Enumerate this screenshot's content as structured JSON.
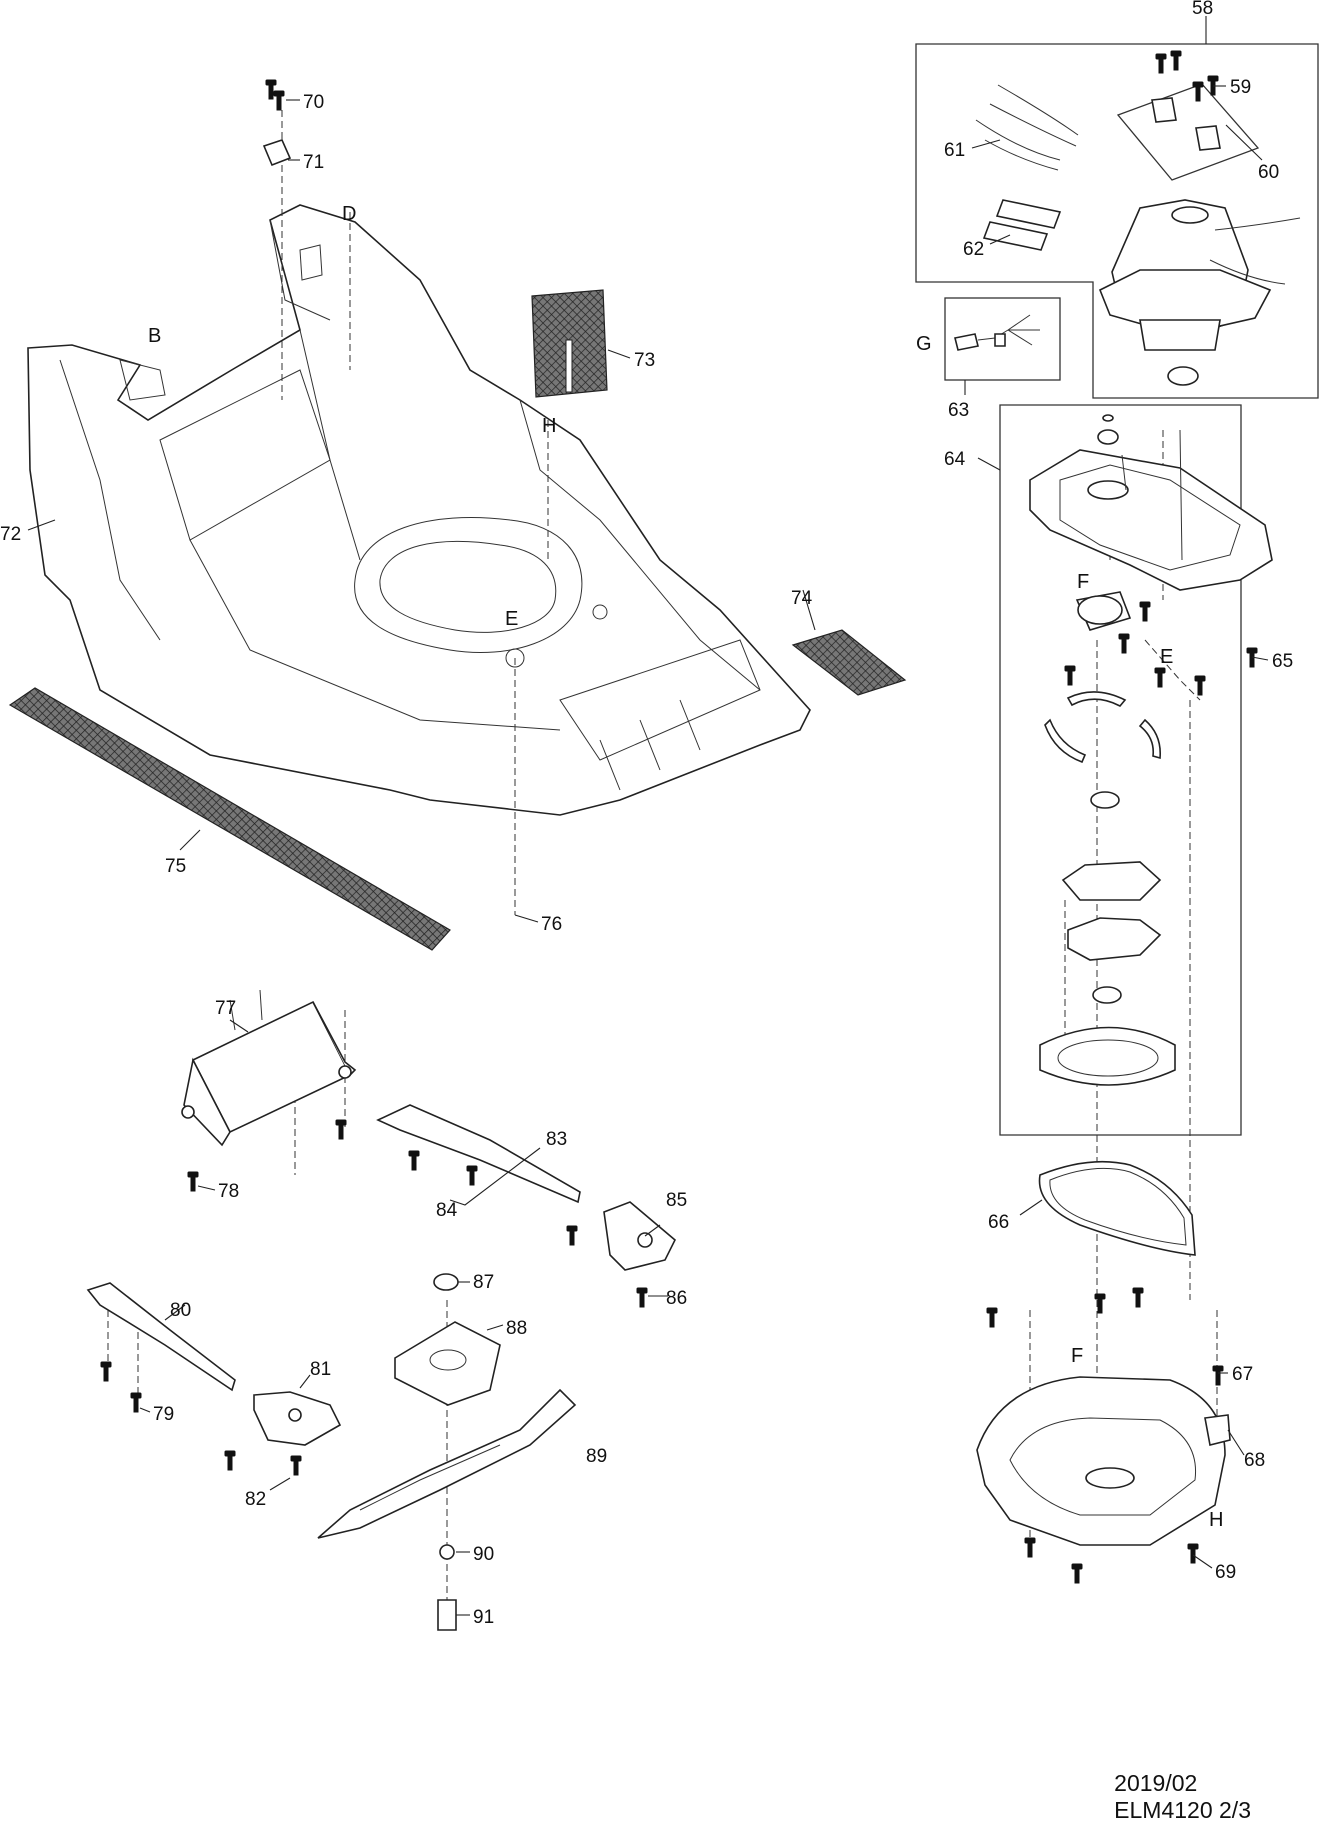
{
  "callouts": {
    "c58": "58",
    "c59": "59",
    "c60": "60",
    "c61": "61",
    "c62": "62",
    "c63": "63",
    "c64": "64",
    "c65": "65",
    "c66": "66",
    "c67": "67",
    "c68": "68",
    "c69": "69",
    "c70": "70",
    "c71": "71",
    "c72": "72",
    "c73": "73",
    "c74": "74",
    "c75": "75",
    "c76": "76",
    "c77": "77",
    "c78": "78",
    "c79": "79",
    "c80": "80",
    "c81": "81",
    "c82": "82",
    "c83": "83",
    "c84": "84",
    "c85": "85",
    "c86": "86",
    "c87": "87",
    "c88": "88",
    "c89": "89",
    "c90": "90",
    "c91": "91"
  },
  "refs": {
    "B": "B",
    "D": "D",
    "E1": "E",
    "E2": "E",
    "F1": "F",
    "F2": "F",
    "G": "G",
    "H1": "H",
    "H2": "H"
  },
  "footer": {
    "date": "2019/02",
    "model_page": "ELM4120 2/3"
  }
}
